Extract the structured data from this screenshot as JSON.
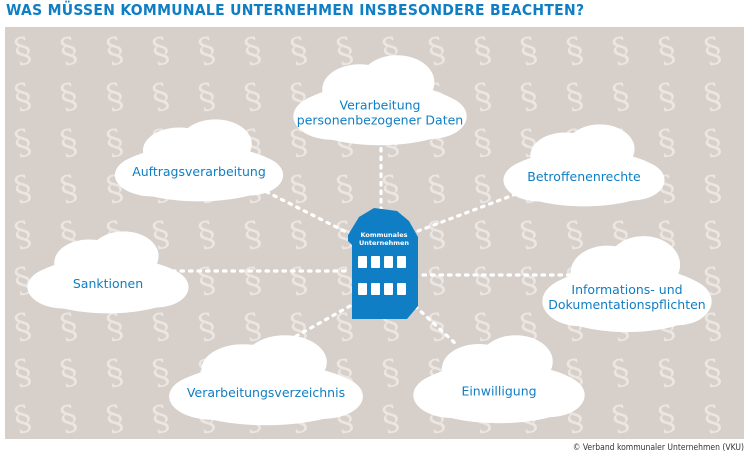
{
  "title": "WAS MÜSSEN KOMMUNALE UNTERNEHMEN INSBESONDERE BEACHTEN?",
  "credit": "© Verband kommunaler Unternehmen (VKU)",
  "center": {
    "label_line1": "Kommunales",
    "label_line2": "Unternehmen"
  },
  "colors": {
    "accent": "#0f7ec4",
    "panel": "#d6cfca",
    "pattern": "#ebe6e2",
    "cloud": "#ffffff"
  },
  "icons": {
    "background_pattern": "paragraph-sign-icon",
    "center": "building-icon"
  },
  "clouds": [
    {
      "name": "cloud-datenverarbeitung",
      "lines": [
        "Verarbeitung",
        "personenbezogener Daten"
      ]
    },
    {
      "name": "cloud-auftragsverarbeitung",
      "lines": [
        "Auftragsverarbeitung"
      ]
    },
    {
      "name": "cloud-betroffenenrechte",
      "lines": [
        "Betroffenenrechte"
      ]
    },
    {
      "name": "cloud-sanktionen",
      "lines": [
        "Sanktionen"
      ]
    },
    {
      "name": "cloud-informationspflichten",
      "lines": [
        "Informations- und",
        "Dokumentationspflichten"
      ]
    },
    {
      "name": "cloud-verarbeitungsverzeichnis",
      "lines": [
        "Verarbeitungsverzeichnis"
      ]
    },
    {
      "name": "cloud-einwilligung",
      "lines": [
        "Einwilligung"
      ]
    }
  ]
}
